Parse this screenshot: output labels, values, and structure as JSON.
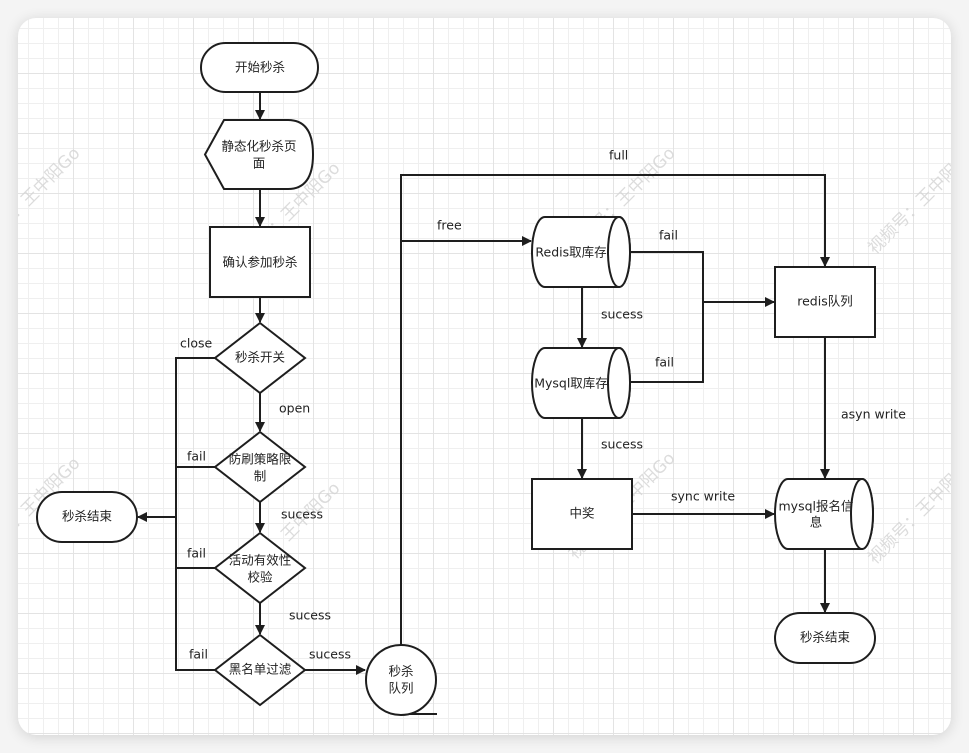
{
  "diagram": {
    "title": "秒杀流程图",
    "watermark": "视频号：王中阳Go",
    "colors": {
      "stroke": "#1e1e1e",
      "text": "#222222",
      "grid": "#e3e3e3",
      "background": "#ffffff"
    },
    "nodes": {
      "start": {
        "type": "terminator",
        "label": "开始秒杀"
      },
      "static_page": {
        "type": "display",
        "lines": [
          "静态化秒杀页",
          "面"
        ]
      },
      "confirm": {
        "type": "process",
        "label": "确认参加秒杀"
      },
      "switch": {
        "type": "decision",
        "label": "秒杀开关"
      },
      "anti_brush": {
        "type": "decision",
        "lines": [
          "防刷策略限",
          "制"
        ]
      },
      "validity": {
        "type": "decision",
        "lines": [
          "活动有效性",
          "校验"
        ]
      },
      "blacklist": {
        "type": "decision",
        "label": "黑名单过滤"
      },
      "end_left": {
        "type": "terminator",
        "label": "秒杀结束"
      },
      "seckill_queue": {
        "type": "sequential-storage",
        "lines": [
          "秒杀",
          "队列"
        ]
      },
      "redis_stock": {
        "type": "database",
        "label": "Redis取库存"
      },
      "mysql_stock": {
        "type": "database",
        "label": "Mysql取库存"
      },
      "winner": {
        "type": "process",
        "label": "中奖"
      },
      "redis_queue": {
        "type": "process",
        "label": "redis队列"
      },
      "mysql_signup": {
        "type": "database",
        "lines": [
          "mysql报名信",
          "息"
        ]
      },
      "end_right": {
        "type": "terminator",
        "label": "秒杀结束"
      }
    },
    "edges": {
      "close": "close",
      "open": "open",
      "fail_anti": "fail",
      "success_anti": "sucess",
      "fail_valid": "fail",
      "success_valid": "sucess",
      "fail_black": "fail",
      "success_black": "sucess",
      "full": "full",
      "free": "free",
      "fail_redis": "fail",
      "success_redis": "sucess",
      "fail_mysql": "fail",
      "success_mysql": "sucess",
      "sync_write": "sync write",
      "asyn_write": "asyn write"
    }
  }
}
